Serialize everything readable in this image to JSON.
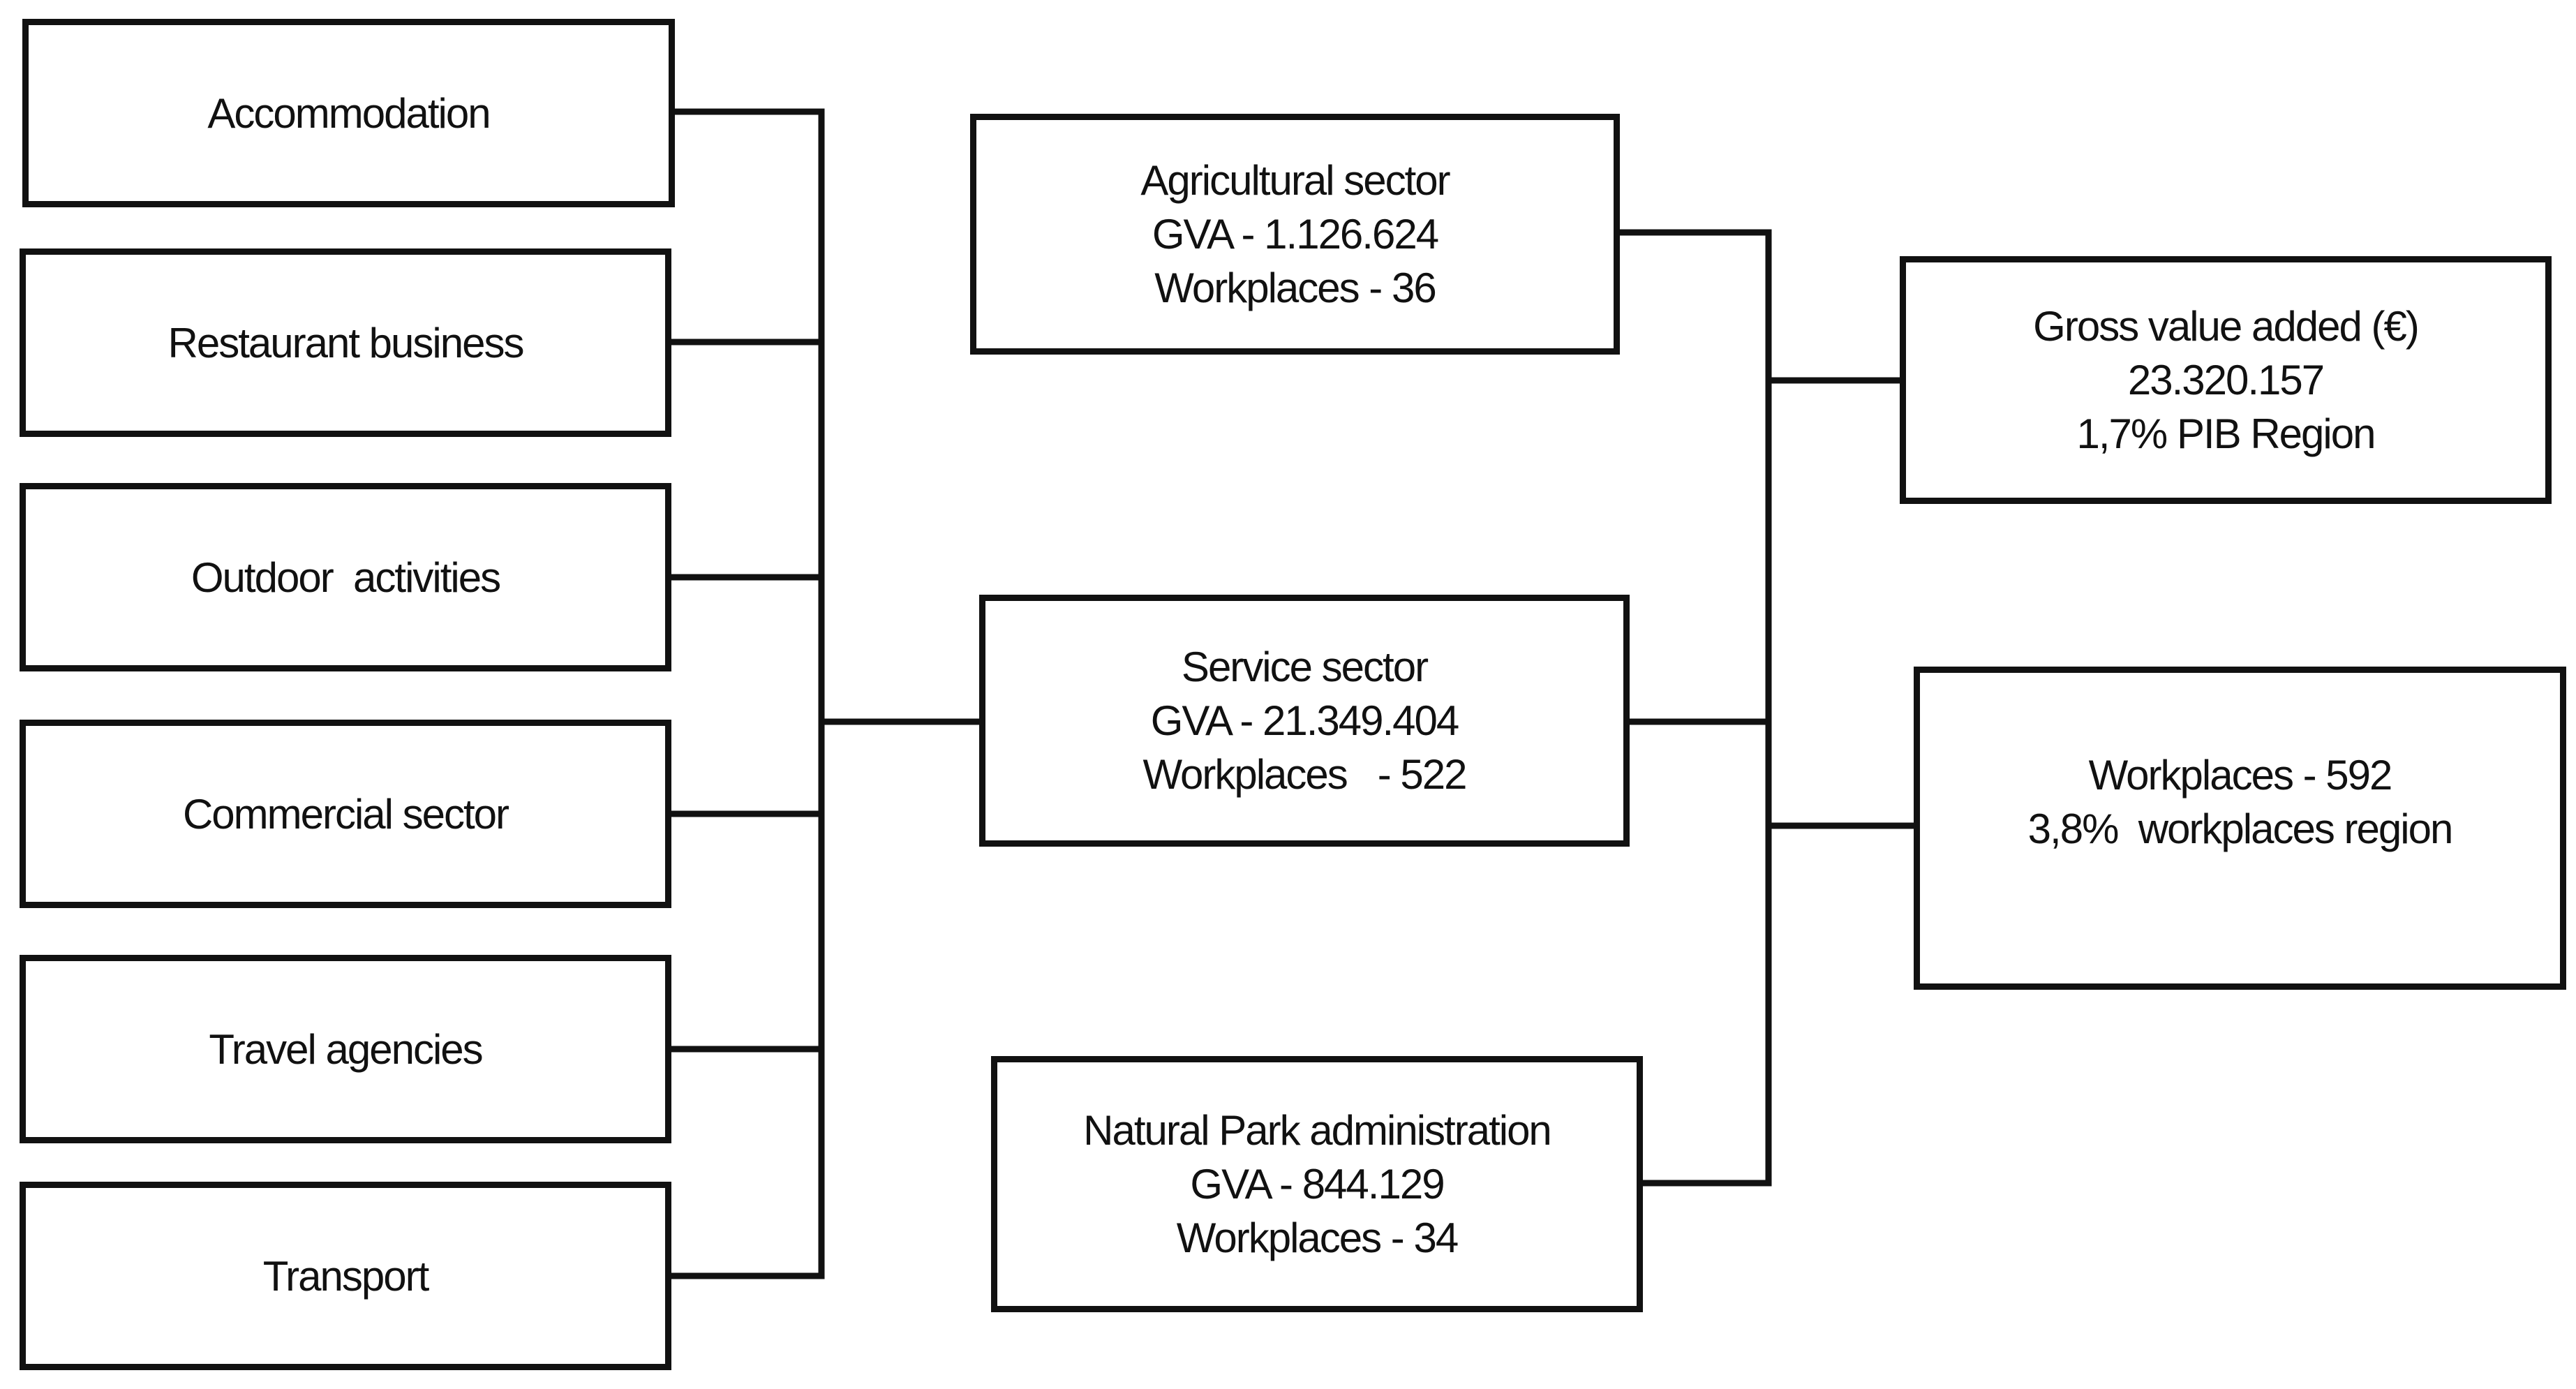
{
  "left_activities": [
    "Accommodation",
    "Restaurant business",
    "Outdoor  activities",
    "Commercial sector",
    "Travel agencies",
    "Transport"
  ],
  "sectors": {
    "agricultural": {
      "title": "Agricultural sector",
      "gva": "GVA - 1.126.624",
      "workplaces": "Workplaces - 36"
    },
    "service": {
      "title": "Service sector",
      "gva": "GVA - 21.349.404",
      "workplaces": "Workplaces   - 522"
    },
    "park": {
      "title": "Natural Park administration",
      "gva": "GVA - 844.129",
      "workplaces": "Workplaces - 34"
    }
  },
  "totals": {
    "gva": {
      "title": "Gross value added (€)",
      "value": "23.320.157",
      "share": "1,7% PIB Region"
    },
    "workplaces": {
      "value": "Workplaces - 592",
      "share": "3,8%  workplaces region"
    }
  },
  "colors": {
    "stroke": "#111111",
    "background": "#ffffff"
  }
}
